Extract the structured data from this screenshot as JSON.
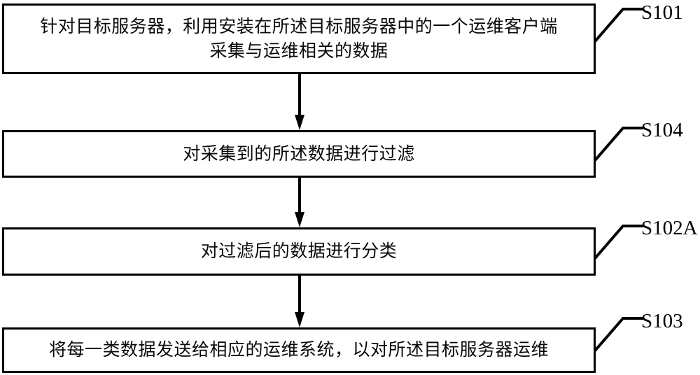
{
  "diagram": {
    "type": "flowchart",
    "orientation": "vertical",
    "title": "",
    "line_color": "#000000",
    "background_color": "#ffffff",
    "text_color": "#0a0a0a",
    "steps": [
      {
        "ref": "S101",
        "text": "针对目标服务器，利用安装在所述目标服务器中的一个运维客户端\n采集与运维相关的数据",
        "lines": [
          "针对目标服务器，利用安装在所述目标服务器中的一个运维客户端",
          "采集与运维相关的数据"
        ]
      },
      {
        "ref": "S104",
        "text": "对采集到的所述数据进行过滤",
        "lines": [
          "对采集到的所述数据进行过滤"
        ]
      },
      {
        "ref": "S102A",
        "text": "对过滤后的数据进行分类",
        "lines": [
          "对过滤后的数据进行分类"
        ]
      },
      {
        "ref": "S103",
        "text": "将每一类数据发送给相应的运维系统，以对所述目标服务器运维",
        "lines": [
          "将每一类数据发送给相应的运维系统，以对所述目标服务器运维"
        ]
      }
    ],
    "connectors": [
      {
        "from": "S101",
        "to": "S104",
        "style": "solid-arrow-down"
      },
      {
        "from": "S104",
        "to": "S102A",
        "style": "solid-arrow-down"
      },
      {
        "from": "S102A",
        "to": "S103",
        "style": "solid-arrow-down"
      }
    ]
  }
}
